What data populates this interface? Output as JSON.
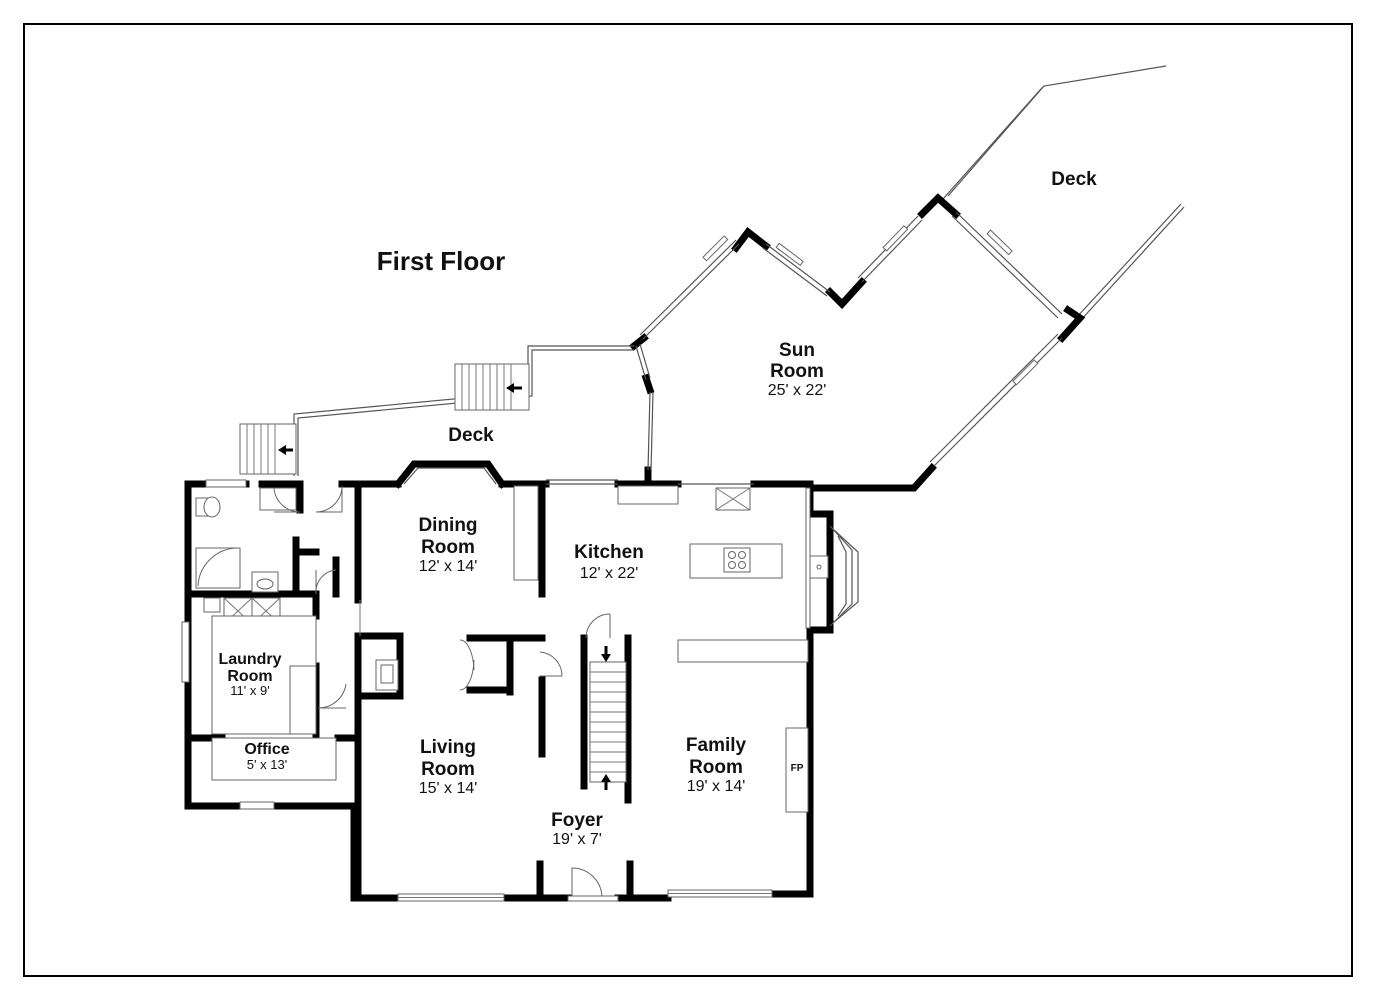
{
  "title": "First Floor",
  "rooms": {
    "sun_room": {
      "name_line1": "Sun",
      "name_line2": "Room",
      "size": "25' x 22'"
    },
    "deck_upper": {
      "name": "Deck"
    },
    "deck_lower": {
      "name": "Deck"
    },
    "dining_room": {
      "name_line1": "Dining",
      "name_line2": "Room",
      "size": "12' x 14'"
    },
    "kitchen": {
      "name": "Kitchen",
      "size": "12' x 22'"
    },
    "laundry_room": {
      "name_line1": "Laundry",
      "name_line2": "Room",
      "size": "11' x 9'"
    },
    "office": {
      "name": "Office",
      "size": "5' x 13'"
    },
    "living_room": {
      "name_line1": "Living",
      "name_line2": "Room",
      "size": "15' x 14'"
    },
    "family_room": {
      "name_line1": "Family",
      "name_line2": "Room",
      "size": "19' x 14'"
    },
    "foyer": {
      "name": "Foyer",
      "size": "19' x 7'"
    }
  },
  "fireplace": {
    "label": "FP"
  },
  "colors": {
    "wall": "#000000",
    "background": "#ffffff",
    "fixture_line": "#666666"
  }
}
